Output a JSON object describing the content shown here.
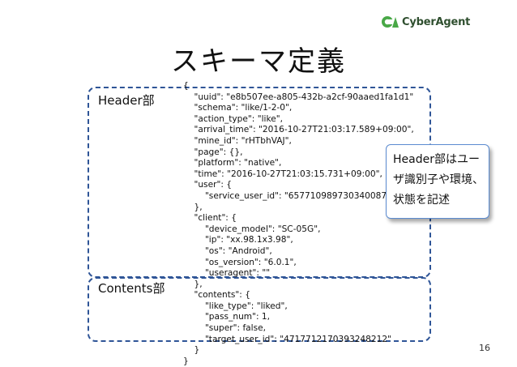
{
  "logo": {
    "text": "CyberAgent",
    "mark_color": "#49a847"
  },
  "title": "スキーマ定義",
  "labels": {
    "header": "Header部",
    "contents": "Contents部"
  },
  "code_lines": [
    "{",
    "    \"uuid\": \"e8b507ee-a805-432b-a2cf-90aaed1fa1d1\"",
    "    \"schema\": \"like/1-2-0\",",
    "    \"action_type\": \"like\",",
    "    \"arrival_time\": \"2016-10-27T21:03:17.589+09:00\",",
    "    \"mine_id\": \"rHTbhVAJ\",",
    "    \"page\": {},",
    "    \"platform\": \"native\",",
    "    \"time\": \"2016-10-27T21:03:15.731+09:00\",",
    "    \"user\": {",
    "        \"service_user_id\": \"6577109897303400875\"",
    "    },",
    "    \"client\": {",
    "        \"device_model\": \"SC-05G\",",
    "        \"ip\": \"xx.98.1x3.98\",",
    "        \"os\": \"Android\",",
    "        \"os_version\": \"6.0.1\",",
    "        \"useragent\": \"\"",
    "    },",
    "    \"contents\": {",
    "        \"like_type\": \"liked\",",
    "        \"pass_num\": 1,",
    "        \"super\": false,",
    "        \"target_user_id\": \"4717712170393248212\"",
    "    }",
    "}"
  ],
  "callout": [
    "Header部はユー",
    "ザ識別子や環境、",
    "状態を記述"
  ],
  "page_number": "16",
  "colors": {
    "dashed_border": "#2f5597",
    "callout_border": "#5b8bd0"
  }
}
